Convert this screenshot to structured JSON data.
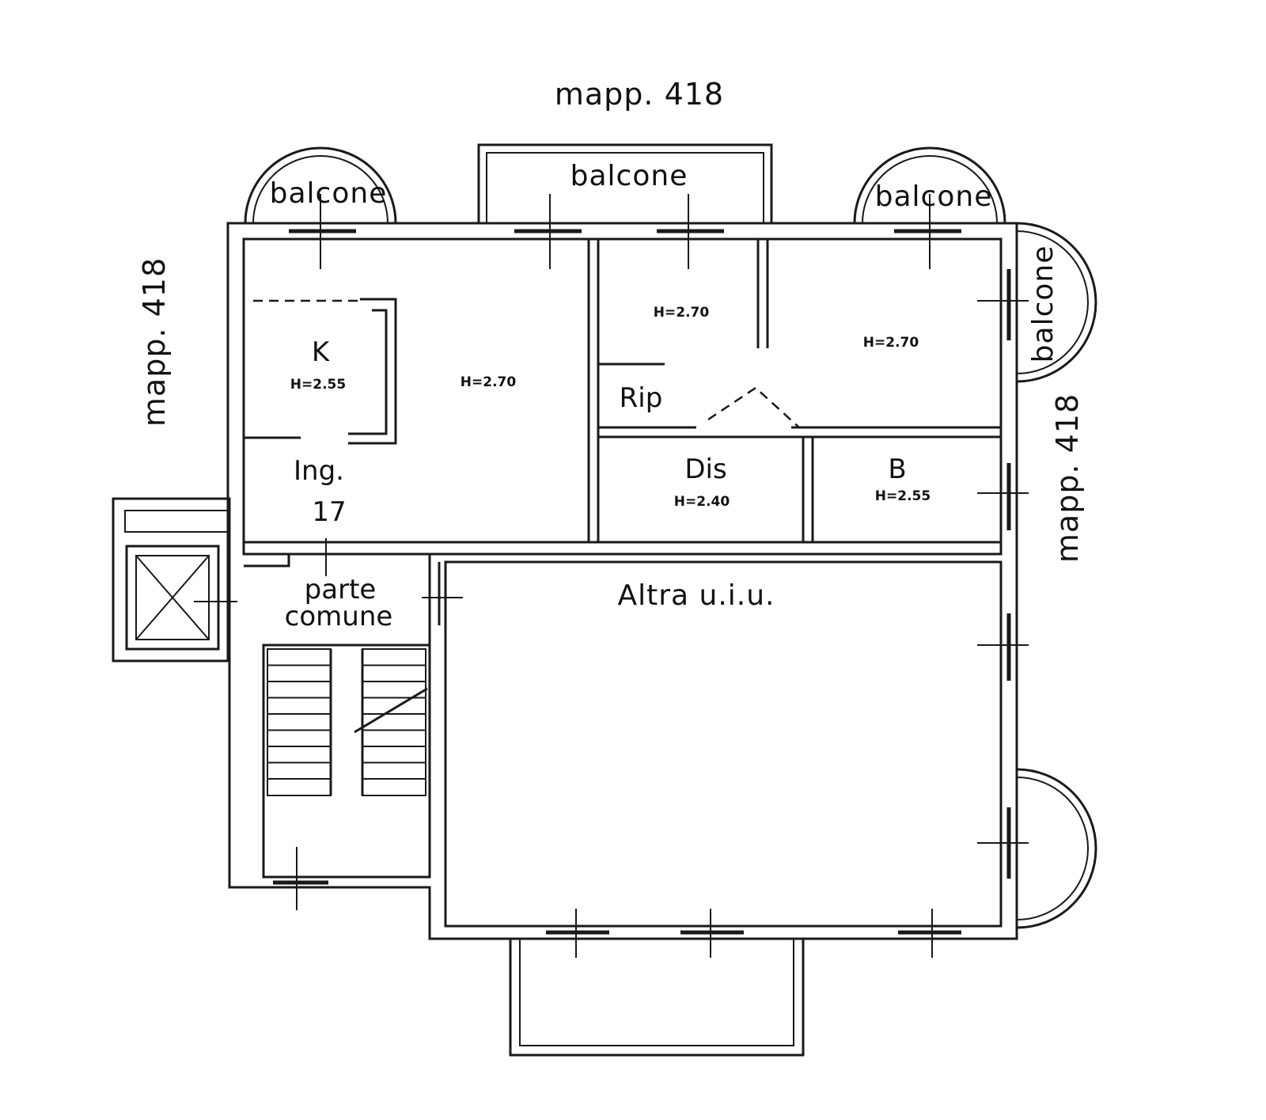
{
  "labels": {
    "top": "mapp. 418",
    "left": "mapp. 418",
    "right": "mapp. 418",
    "balcone_1": "balcone",
    "balcone_2": "balcone",
    "balcone_3": "balcone",
    "balcone_4": "balcone",
    "kitchen": "K",
    "kitchen_h": "H=2.55",
    "living_h": "H=2.70",
    "room_n_h": "H=2.70",
    "room_ne_h": "H=2.70",
    "storage": "Rip",
    "corridor": "Dis",
    "corridor_h": "H=2.40",
    "bath": "B",
    "bath_h": "H=2.55",
    "entrance": "Ing.",
    "entrance_num": "17",
    "common_1": "parte",
    "common_2": "comune",
    "other_unit": "Altra u.i.u."
  },
  "colors": {
    "line": "#1a1a1a",
    "background": "#ffffff"
  }
}
